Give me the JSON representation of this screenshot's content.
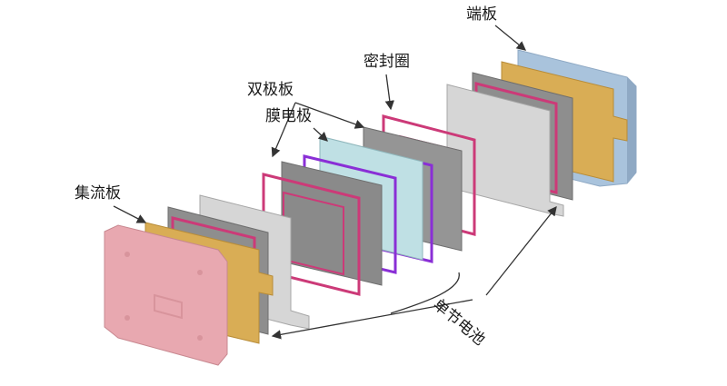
{
  "labels": {
    "end_plate": "端板",
    "gasket": "密封圈",
    "bipolar_plate": "双极板",
    "mea": "膜电极",
    "current_collector": "集流板",
    "single_cell": "单节电池"
  },
  "colors": {
    "end_plate_back": "#a9c3dc",
    "end_plate_front": "#e8a8b0",
    "current_collector": "#d9ad55",
    "bipolar_plate": "#8e8e8e",
    "gasket_pink": "#cc3a78",
    "gasket_purple": "#8a2fd6",
    "mea": "#bfe0e4",
    "background": "#ffffff"
  }
}
